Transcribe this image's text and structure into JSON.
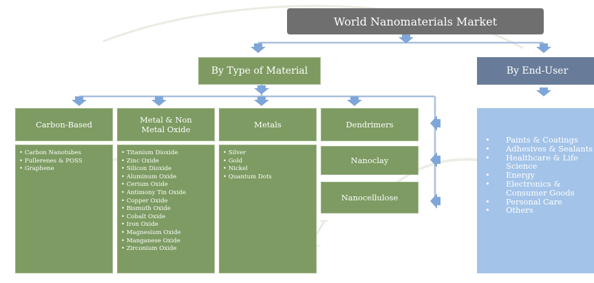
{
  "title": "World Nanomaterials Market",
  "by_type": {
    "label": "By Type of Material",
    "categories": [
      {
        "name": "Carbon-Based",
        "items": [
          "Carbon Nanotubes",
          "Fullerenes & POSS",
          "Graphene"
        ]
      },
      {
        "name": "Metal & Non Metal Oxide",
        "items": [
          "Titanium Dioxide",
          "Zinc Oxide",
          "Silicon Dioxide",
          "Aluminum Oxide",
          "Cerium Oxide",
          "Antimony Tin Oxide",
          "Copper Oxide",
          "Bismuth Oxide",
          "Cobalt Oxide",
          "Iron Oxide",
          "Magnesium Oxide",
          "Manganese Oxide",
          "Zirconium Oxide"
        ]
      },
      {
        "name": "Metals",
        "items": [
          "Silver",
          "Gold",
          "Nickel",
          "Quantum Dots"
        ]
      },
      {
        "name": "Dendrimers",
        "items": []
      },
      {
        "name": "Nanoclay",
        "items": []
      },
      {
        "name": "Nanocellulose",
        "items": []
      }
    ]
  },
  "by_end_user": {
    "label": "By End-User",
    "items": [
      "Paints & Coatings",
      "Adhesives & Sealants",
      "Healthcare & Life Science",
      "Energy",
      "Electronics & Consumer Goods",
      "Personal Care",
      "Others"
    ]
  },
  "watermark_text": "UNIVERSITY",
  "colors": {
    "title_bg": "#6f6f6f",
    "type_green": "#7e9a61",
    "end_user_slate": "#687c99",
    "end_user_list_bg": "#a3c3e8",
    "arrow_blue": "#7fa6d8"
  }
}
